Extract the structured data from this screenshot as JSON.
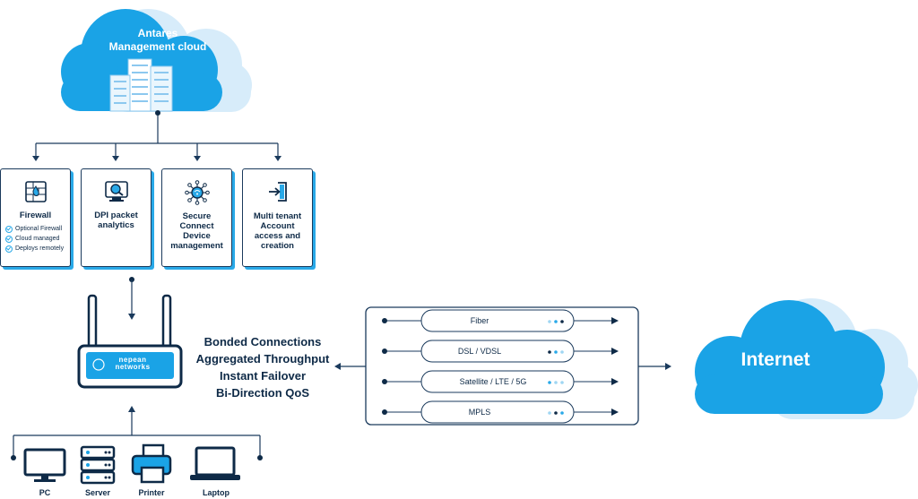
{
  "cloud": {
    "line1": "Antares",
    "line2": "Management cloud"
  },
  "services": [
    {
      "title": "Firewall",
      "bullets": [
        "Optional Firewall",
        "Cloud managed",
        "Deploys remotely"
      ],
      "icon": "firewall-icon"
    },
    {
      "title": "DPI packet analytics",
      "icon": "dpi-analytics-icon"
    },
    {
      "title": "Secure Connect Device management",
      "icon": "network-device-icon"
    },
    {
      "title": "Multi tenant Account access and creation",
      "icon": "login-icon"
    }
  ],
  "router": {
    "brand_line1": "nepean",
    "brand_line2": "networks"
  },
  "features": [
    "Bonded Connections",
    "Aggregated Throughput",
    "Instant Failover",
    "Bi-Direction QoS"
  ],
  "links": [
    "Fiber",
    "DSL / VDSL",
    "Satellite / LTE / 5G",
    "MPLS"
  ],
  "internet": "Internet",
  "devices": [
    "PC",
    "Server",
    "Printer",
    "Laptop"
  ],
  "colors": {
    "accent": "#29a9e8",
    "cloud": "#1aa3e6",
    "navy": "#0e2a47"
  }
}
